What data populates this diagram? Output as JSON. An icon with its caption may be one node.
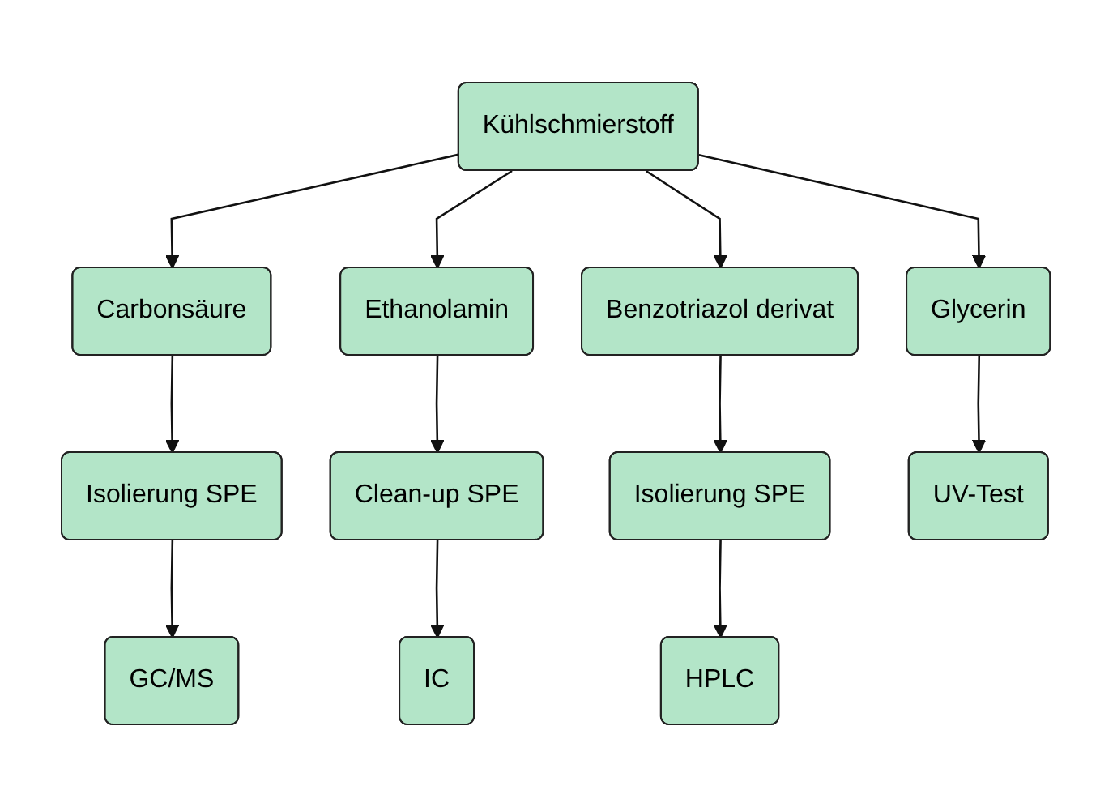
{
  "diagram": {
    "nodes": [
      {
        "text": [
          "Kühlschmierstoff"
        ]
      },
      {
        "text": [
          "Glycerin"
        ]
      },
      {
        "text": [
          "Carbonsäure"
        ]
      },
      {
        "text": [
          "Ethanolamin"
        ]
      },
      {
        "text": [
          "Benzotriazol derivat"
        ]
      },
      {
        "text": [
          "Isolierung SPE"
        ]
      },
      {
        "text": [
          "Clean-up SPE"
        ]
      },
      {
        "text": [
          "Isolierung SPE"
        ]
      },
      {
        "text": [
          "UV-Test"
        ]
      },
      {
        "text": [
          "GC/MS"
        ]
      },
      {
        "text": [
          "IC"
        ]
      },
      {
        "text": [
          "HPLC"
        ]
      }
    ],
    "edges": [
      {
        "from": 0,
        "to": 1,
        "arrow": "to"
      },
      {
        "from": 0,
        "to": 2,
        "arrow": "to"
      },
      {
        "from": 0,
        "to": 3,
        "arrow": "to"
      },
      {
        "from": 0,
        "to": 4,
        "arrow": "to"
      },
      {
        "from": 1,
        "to": 8,
        "arrow": "to"
      },
      {
        "from": 2,
        "to": 5,
        "arrow": "to"
      },
      {
        "from": 5,
        "to": 9,
        "arrow": "to"
      },
      {
        "from": 3,
        "to": 6,
        "arrow": "to"
      },
      {
        "from": 6,
        "to": 10,
        "arrow": "to"
      },
      {
        "from": 4,
        "to": 7,
        "arrow": "to"
      },
      {
        "from": 7,
        "to": 11,
        "arrow": "to"
      }
    ]
  }
}
